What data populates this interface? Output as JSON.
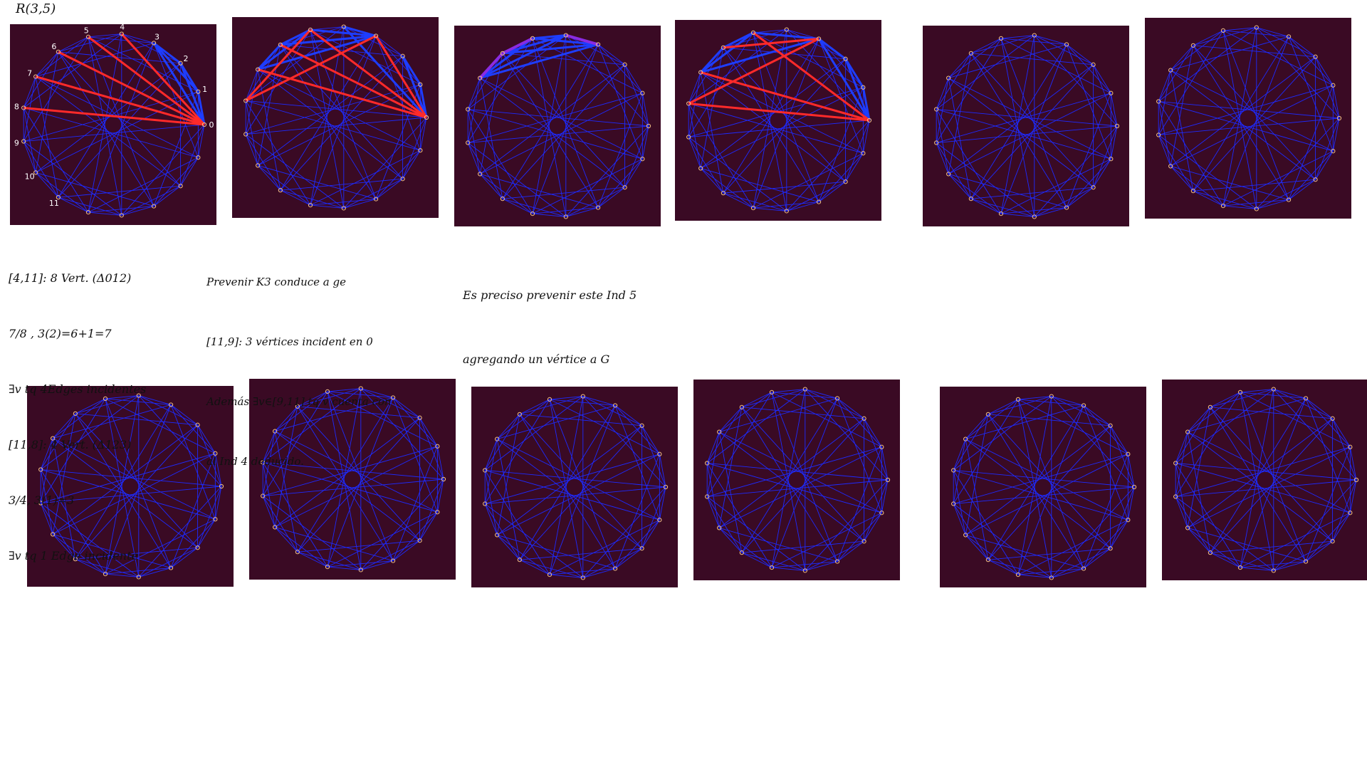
{
  "canvas": {
    "background": "#ffffff"
  },
  "title": "R(3,5)",
  "colors": {
    "tile_bg": "#3a0a24",
    "graph_edge": "#1e2bff",
    "highlight_red": "#ff2a2a",
    "highlight_blue": "#1e3dff",
    "highlight_purple": "#8a2be2",
    "vertex": "#f2c08a"
  },
  "graph": {
    "vertex_count": 17,
    "jumps": [
      1,
      2,
      4,
      8
    ]
  },
  "vertex_labels": [
    "0",
    "1",
    "2",
    "3",
    "4",
    "5",
    "6",
    "7",
    "8",
    "9",
    "10",
    "11"
  ],
  "tiles": [
    {
      "id": "tile-1",
      "red_edges": [
        [
          0,
          4
        ],
        [
          0,
          5
        ],
        [
          0,
          6
        ],
        [
          0,
          7
        ],
        [
          0,
          8
        ]
      ],
      "blue_edges": [
        [
          0,
          1
        ],
        [
          0,
          2
        ],
        [
          0,
          3
        ],
        [
          1,
          3
        ],
        [
          2,
          3
        ],
        [
          1,
          2
        ]
      ],
      "purple_edges": [],
      "labeled": true
    },
    {
      "id": "tile-2",
      "red_edges": [
        [
          0,
          3
        ],
        [
          0,
          5
        ],
        [
          0,
          6
        ],
        [
          0,
          7
        ],
        [
          3,
          8
        ],
        [
          5,
          8
        ]
      ],
      "blue_edges": [
        [
          0,
          1
        ],
        [
          0,
          2
        ],
        [
          1,
          2
        ],
        [
          3,
          5
        ],
        [
          3,
          6
        ],
        [
          3,
          7
        ],
        [
          5,
          6
        ],
        [
          5,
          7
        ],
        [
          6,
          7
        ],
        [
          0,
          4
        ],
        [
          4,
          3
        ]
      ],
      "purple_edges": [],
      "labeled": false
    },
    {
      "id": "tile-3",
      "red_edges": [],
      "blue_edges": [
        [
          3,
          5
        ],
        [
          3,
          6
        ],
        [
          3,
          7
        ],
        [
          4,
          6
        ],
        [
          4,
          7
        ],
        [
          4,
          5
        ],
        [
          5,
          7
        ]
      ],
      "purple_edges": [
        [
          3,
          4
        ],
        [
          5,
          6
        ],
        [
          6,
          7
        ]
      ],
      "labeled": false
    },
    {
      "id": "tile-4",
      "red_edges": [
        [
          0,
          5
        ],
        [
          0,
          7
        ],
        [
          0,
          8
        ],
        [
          3,
          6
        ],
        [
          3,
          8
        ]
      ],
      "blue_edges": [
        [
          0,
          1
        ],
        [
          0,
          2
        ],
        [
          0,
          3
        ],
        [
          1,
          2
        ],
        [
          2,
          3
        ],
        [
          5,
          6
        ],
        [
          6,
          7
        ],
        [
          5,
          7
        ],
        [
          3,
          5
        ],
        [
          3,
          7
        ]
      ],
      "purple_edges": [],
      "labeled": false
    },
    {
      "id": "tile-5",
      "red_edges": [],
      "blue_edges": [],
      "purple_edges": [],
      "labeled": false
    },
    {
      "id": "tile-6",
      "red_edges": [],
      "blue_edges": [],
      "purple_edges": [],
      "labeled": false
    },
    {
      "id": "tile-7",
      "red_edges": [],
      "blue_edges": [],
      "purple_edges": [],
      "labeled": false
    },
    {
      "id": "tile-8",
      "red_edges": [],
      "blue_edges": [],
      "purple_edges": [],
      "labeled": false
    },
    {
      "id": "tile-9",
      "red_edges": [],
      "blue_edges": [],
      "purple_edges": [],
      "labeled": false
    },
    {
      "id": "tile-10",
      "red_edges": [],
      "blue_edges": [],
      "purple_edges": [],
      "labeled": false
    },
    {
      "id": "tile-11",
      "red_edges": [],
      "blue_edges": [],
      "purple_edges": [],
      "labeled": false
    },
    {
      "id": "tile-12",
      "red_edges": [],
      "blue_edges": [],
      "purple_edges": [],
      "labeled": false
    }
  ],
  "notes": {
    "note1": [
      "[4,11]: 8 Vert. (Δ012)",
      "7/8 , 3(2)=6+1=7",
      "∃v tq 4Edges incidentes",
      "[11,8]: 4 Vert. (Δ123)",
      "3/4, 3(1)=3",
      "∃v tq 1 Edge incidente"
    ],
    "note2": [
      "Prevenir K3 conduce a ge",
      "[11,9]: 3 vértices incident en 0",
      "Además ∃v∈[9,11] tq v cuenta con",
      "al Ind 4 deducido."
    ],
    "note3": [
      "Es preciso prevenir este Ind 5",
      "agregando un vértice a G"
    ]
  }
}
